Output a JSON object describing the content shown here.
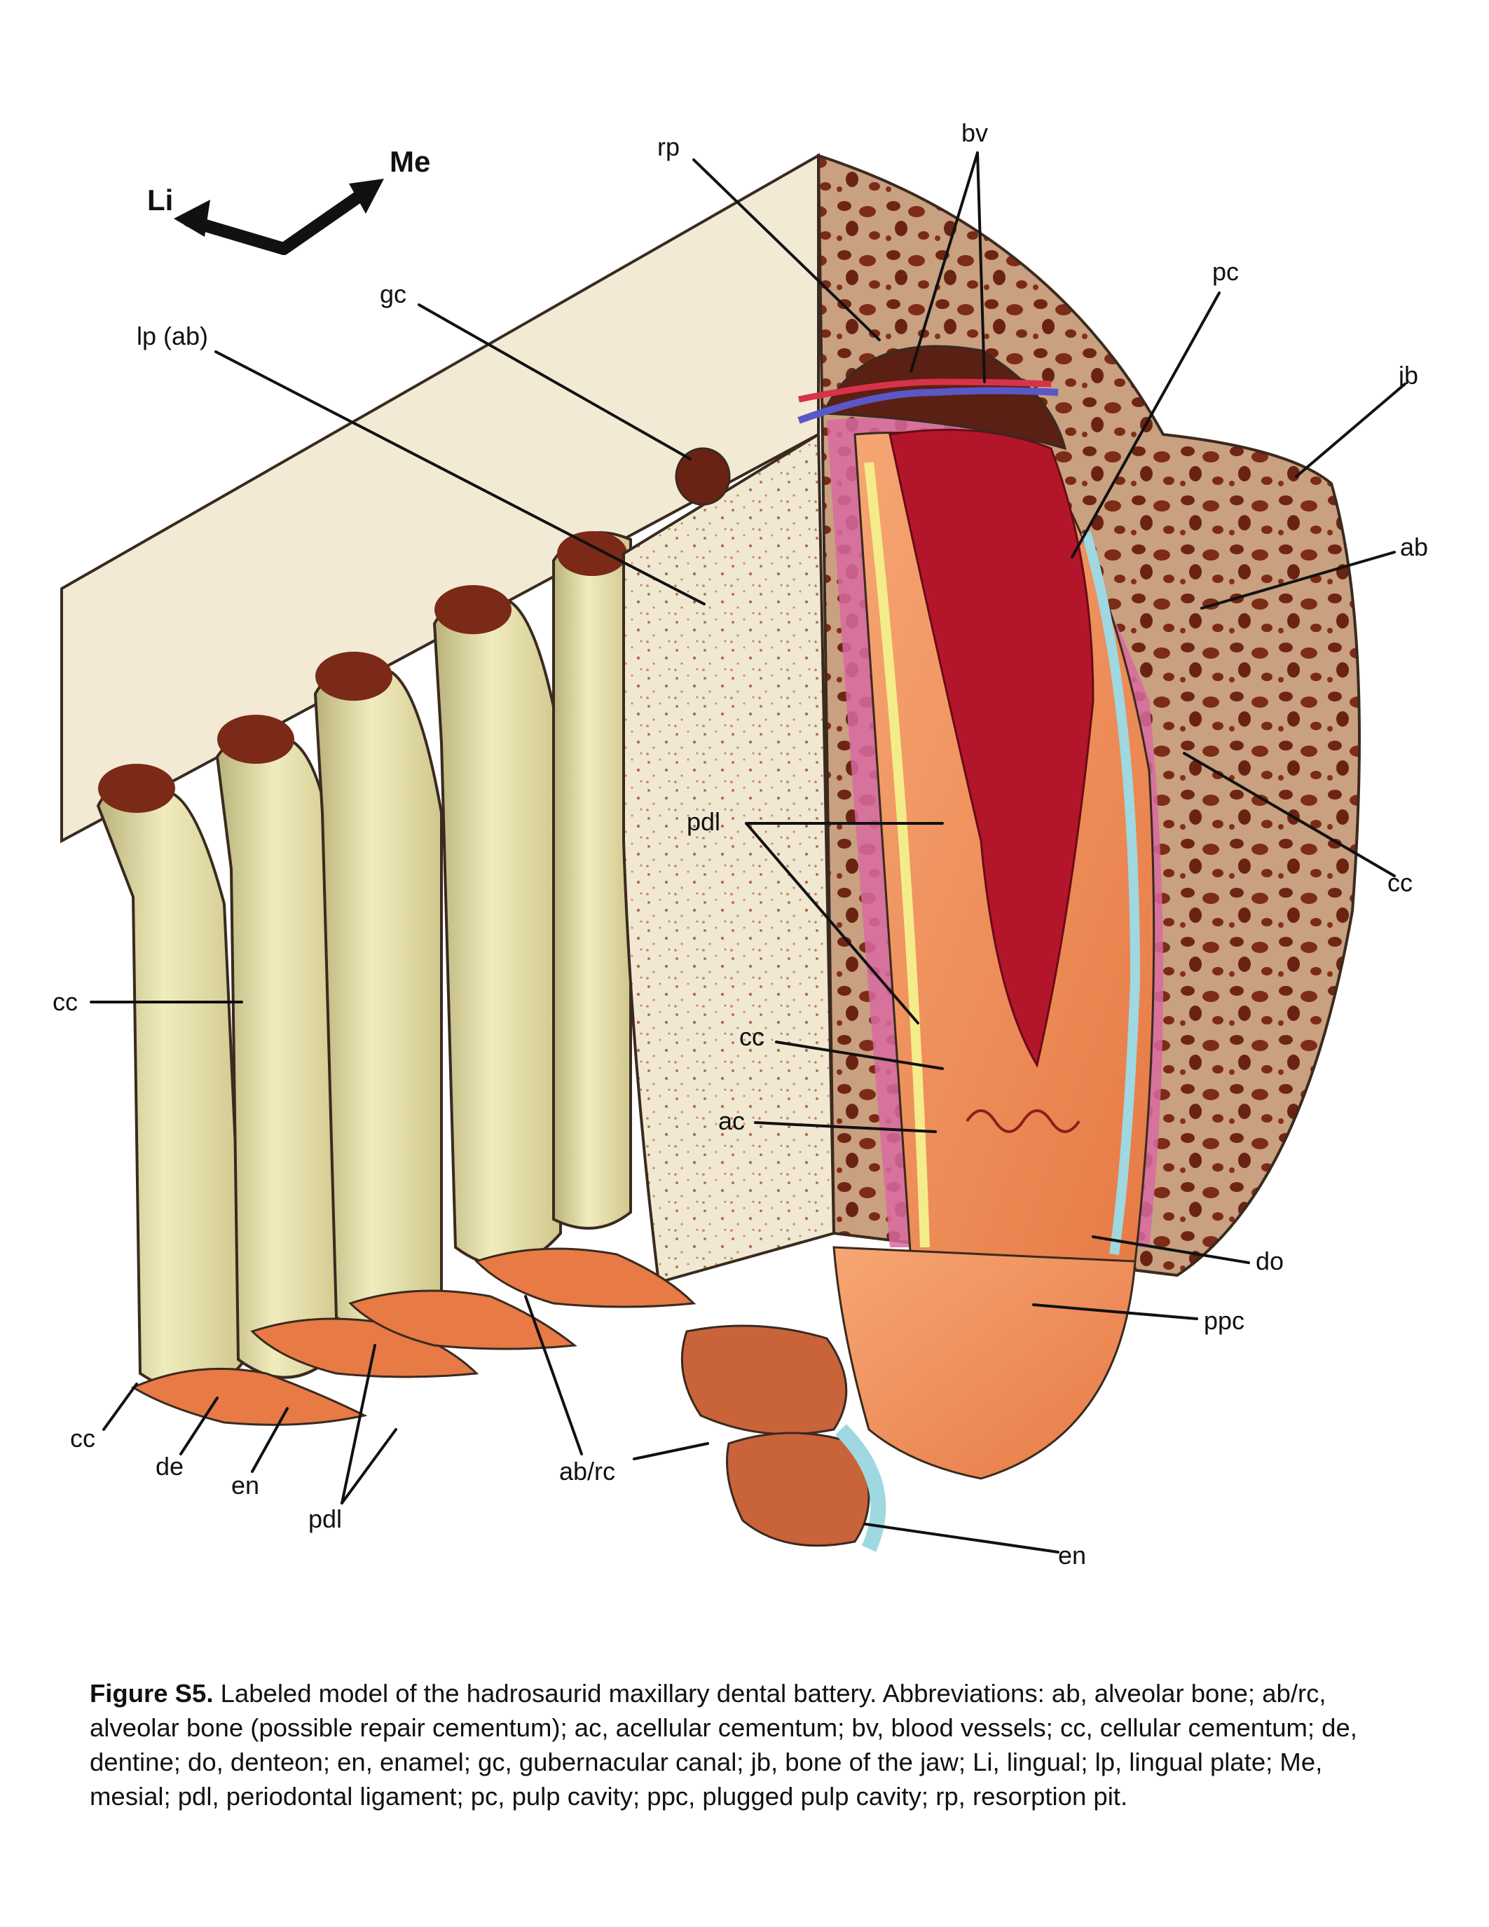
{
  "labels": {
    "rp": "rp",
    "bv": "bv",
    "pc": "pc",
    "jb": "jb",
    "gc": "gc",
    "lp_ab": "lp (ab)",
    "ab": "ab",
    "cc_right": "cc",
    "pdl_mid": "pdl",
    "cc_mid": "cc",
    "ac": "ac",
    "cc_left": "cc",
    "do": "do",
    "ppc": "ppc",
    "cc_bottom": "cc",
    "de": "de",
    "en_bottom": "en",
    "pdl_bottom": "pdl",
    "ab_rc": "ab/rc",
    "en_right": "en"
  },
  "compass": {
    "lingual": "Li",
    "mesial": "Me"
  },
  "caption": {
    "heading": "Figure S5.",
    "text": "Labeled model of the hadrosaurid maxillary dental battery. Abbreviations: ab, alveolar bone; ab/rc, alveolar bone (possible repair cementum); ac, acellular cementum; bv, blood vessels; cc, cellular cementum; de, dentine; do, denteon; en, enamel; gc, gubernacular canal; jb, bone of the jaw; Li, lingual; lp, lingual plate; Me, mesial; pdl, periodontal ligament; pc, pulp cavity; ppc, plugged pulp cavity; rp, resorption pit."
  },
  "colors": {
    "bone_light": "#efe6cf",
    "bone_dark": "#7a2a17",
    "tooth_yellow": "#e9e2a8",
    "dentine": "#ee8a55",
    "pulp": "#b3162a",
    "enamel": "#9fd8e0",
    "cementum": "#f4ec8a",
    "ligament": "#d86aa0",
    "vessel_blue": "#5a57c8",
    "vessel_red": "#d8324a"
  }
}
